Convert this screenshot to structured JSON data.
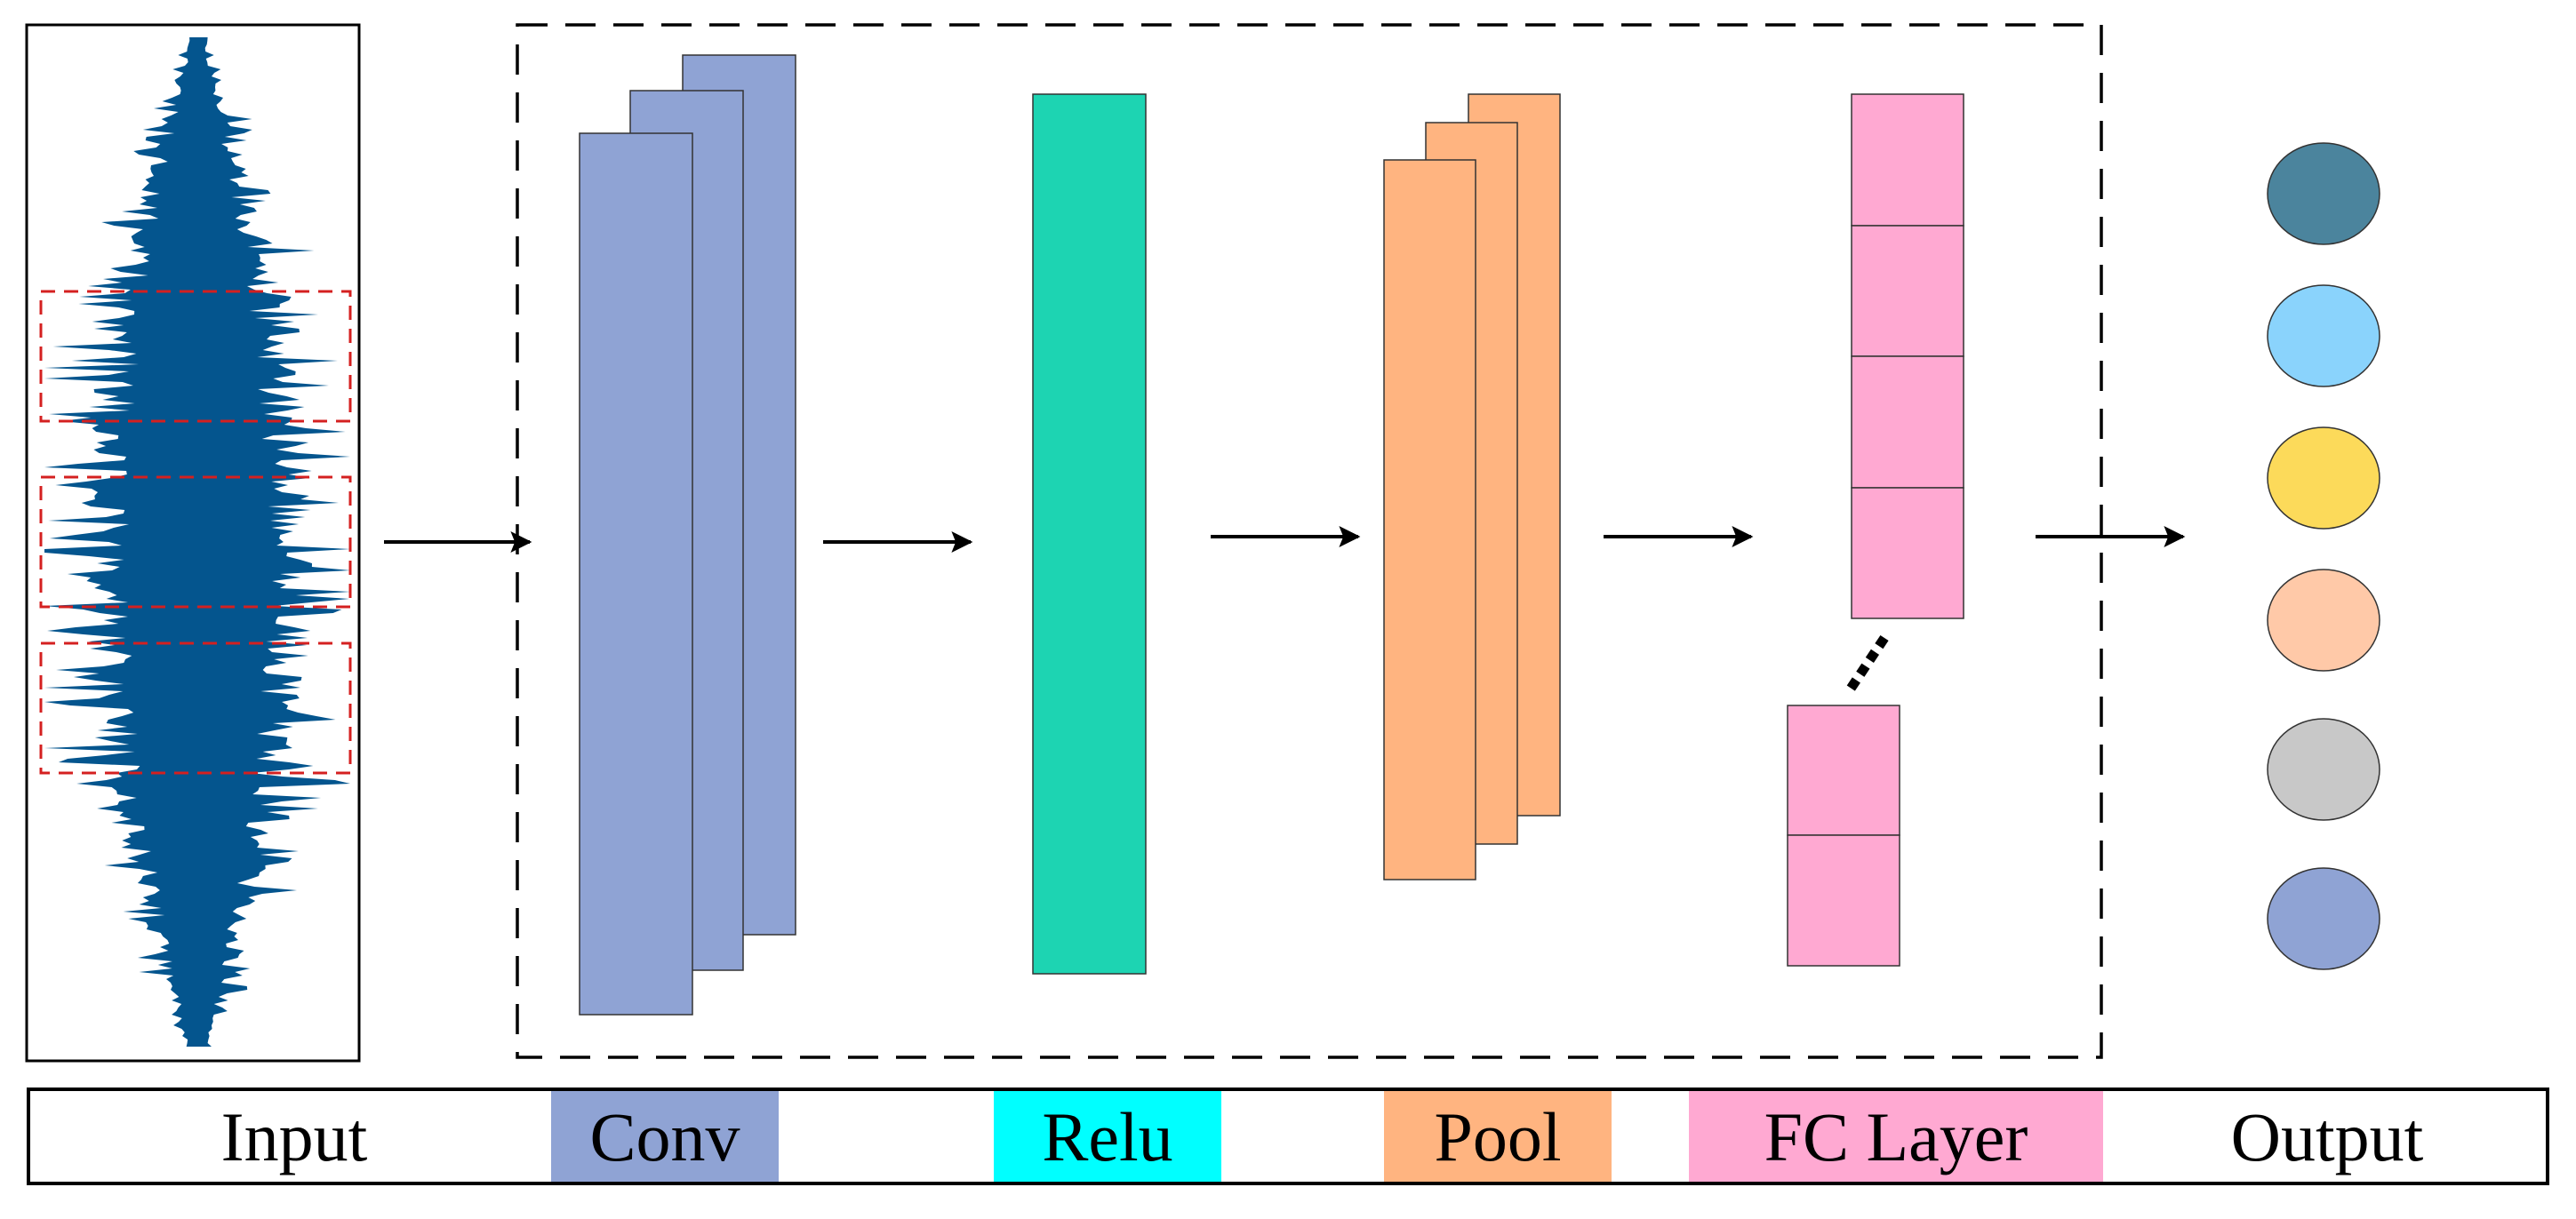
{
  "diagram": {
    "stages": [
      "Input",
      "Conv",
      "Relu",
      "Pool",
      "FC Layer",
      "Output"
    ]
  },
  "legend": {
    "input_label": "Input",
    "conv_label": "Conv",
    "relu_label": "Relu",
    "pool_label": "Pool",
    "fc_label": "FC Layer",
    "output_label": "Output"
  },
  "colors": {
    "waveform": "#04558E",
    "window_outline": "#D42020",
    "conv": "#8FA3D4",
    "relu_layer": "#1DD4B2",
    "relu_legend": "#00FFFF",
    "pool": "#FFB480",
    "fc": "#FFA9D2",
    "output_nodes": [
      "#4B849D",
      "#8AD3FC",
      "#FCDA5A",
      "#FFC9A8",
      "#C8C8C8",
      "#8FA3D4"
    ]
  }
}
